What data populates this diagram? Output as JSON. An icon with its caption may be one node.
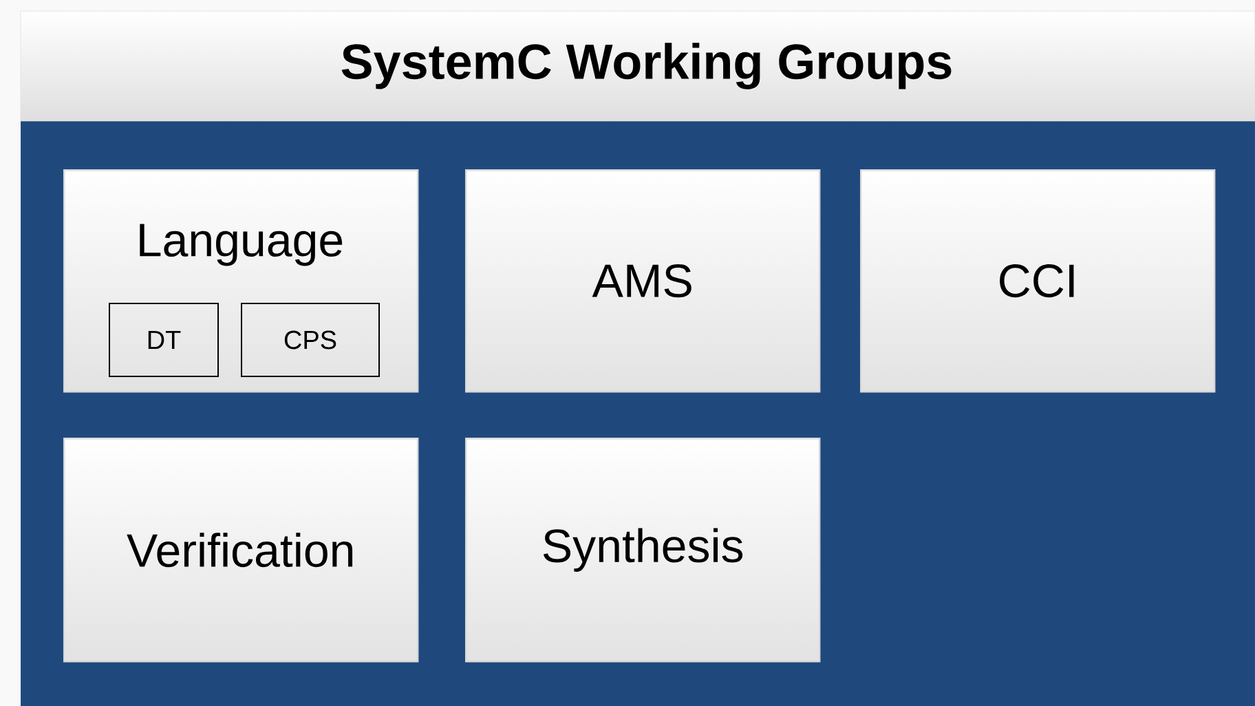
{
  "diagram": {
    "title": "SystemC Working Groups",
    "nodes": [
      {
        "text": [
          "Language"
        ]
      },
      {
        "text": [
          "DT"
        ],
        "in": 0
      },
      {
        "text": [
          "CPS"
        ],
        "in": 0
      },
      {
        "text": [
          "AMS"
        ]
      },
      {
        "text": [
          "CCI"
        ]
      },
      {
        "text": [
          "Verification"
        ]
      },
      {
        "text": [
          "Synthesis"
        ]
      }
    ]
  }
}
